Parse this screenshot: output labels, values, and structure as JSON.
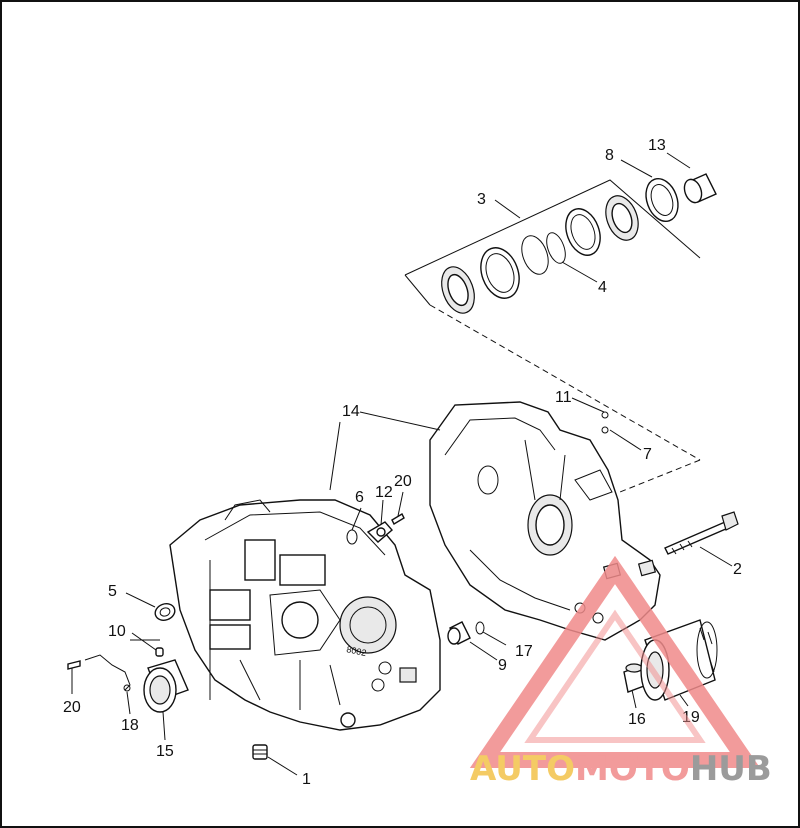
{
  "callouts": {
    "c1": "1",
    "c2": "2",
    "c3": "3",
    "c4": "4",
    "c5": "5",
    "c6": "6",
    "c7": "7",
    "c8": "8",
    "c9": "9",
    "c10": "10",
    "c11": "11",
    "c12": "12",
    "c13": "13",
    "c14": "14",
    "c15": "15",
    "c16": "16",
    "c17": "17",
    "c18": "18",
    "c19": "19",
    "c20a": "20",
    "c20b": "20"
  },
  "watermark": {
    "part1": "AUTO",
    "part2": "MOTO",
    "part3": "HUB",
    "colors": {
      "auto": "#f3c24a",
      "moto": "#f08a8a",
      "hub": "#8a8a8a",
      "triangle": "#f08a8a"
    }
  }
}
